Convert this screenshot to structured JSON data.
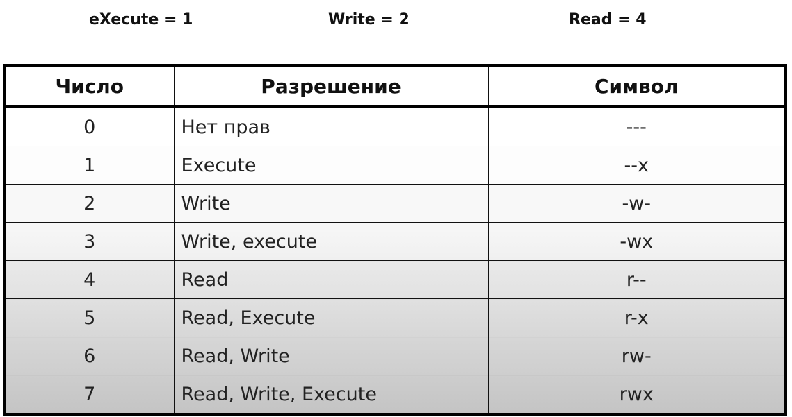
{
  "legend": {
    "execute": "eXecute = 1",
    "write": "Write = 2",
    "read": "Read = 4"
  },
  "table": {
    "headers": [
      "Число",
      "Разрешение",
      "Символ"
    ],
    "rows": [
      {
        "number": "0",
        "permission": "Нет прав",
        "symbol": "---"
      },
      {
        "number": "1",
        "permission": "Execute",
        "symbol": "--x"
      },
      {
        "number": "2",
        "permission": "Write",
        "symbol": "-w-"
      },
      {
        "number": "3",
        "permission": "Write, execute",
        "symbol": "-wx"
      },
      {
        "number": "4",
        "permission": "Read",
        "symbol": "r--"
      },
      {
        "number": "5",
        "permission": "Read, Execute",
        "symbol": "r-x"
      },
      {
        "number": "6",
        "permission": "Read, Write",
        "symbol": "rw-"
      },
      {
        "number": "7",
        "permission": "Read, Write, Execute",
        "symbol": "rwx"
      }
    ]
  }
}
